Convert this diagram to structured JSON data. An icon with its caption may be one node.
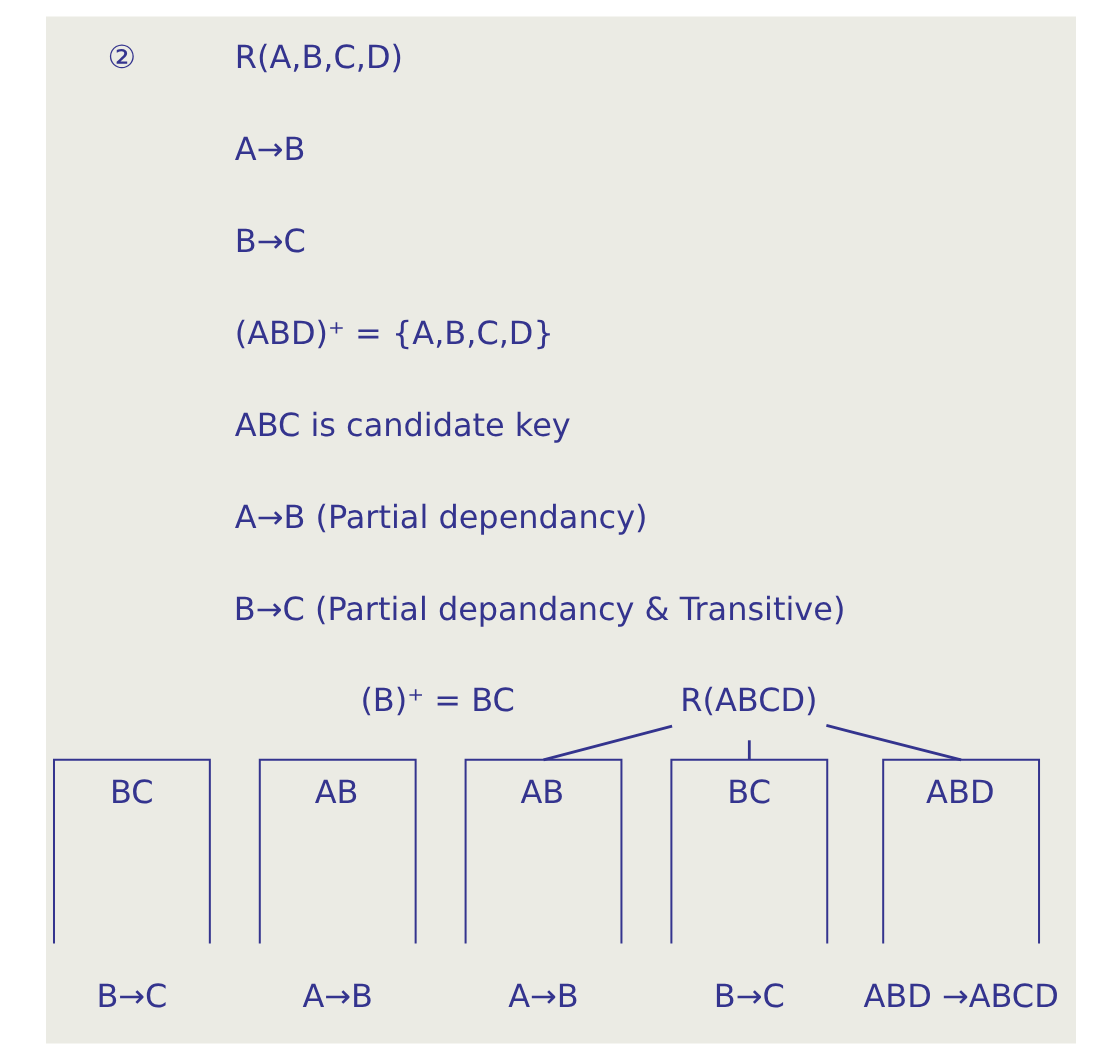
{
  "diagram": {
    "nodes": [
      {
        "text": [
          "R(ABCD)"
        ]
      },
      {
        "text": [
          "BC"
        ],
        "beside": [
          "B→C"
        ]
      },
      {
        "text": [
          "AB"
        ],
        "beside": [
          "A→B"
        ]
      },
      {
        "text": [
          "AB"
        ],
        "beside": [
          "A→B"
        ]
      },
      {
        "text": [
          "BC"
        ],
        "beside": [
          "B→C"
        ]
      },
      {
        "text": [
          "ABD"
        ],
        "beside": [
          "ABD →ABCD"
        ]
      }
    ],
    "edges": [
      {
        "from": 0,
        "to": 3,
        "arrow": "none"
      },
      {
        "from": 0,
        "to": 4,
        "arrow": "none"
      },
      {
        "from": 0,
        "to": 5,
        "arrow": "none"
      }
    ],
    "labels": [
      "②",
      "R(A,B,C,D)",
      "A→B",
      "B→C",
      "(ABD)⁺ = {A,B,C,D}",
      "ABC is candidate key",
      "A→B (Partial dependancy)",
      "B→C (Partial depandancy & Transitive)",
      "(B)⁺ = BC"
    ]
  }
}
